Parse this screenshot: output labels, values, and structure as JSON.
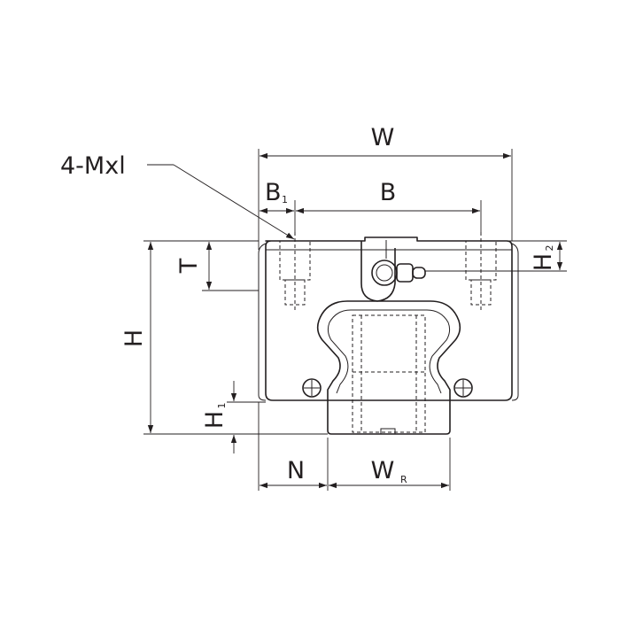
{
  "labels": {
    "callout": "4-Mxl",
    "W": "W",
    "B": "B",
    "B1_main": "B",
    "B1_sub": "1",
    "T": "T",
    "H": "H",
    "H1_main": "H",
    "H1_sub": "1",
    "H2_main": "H",
    "H2_sub": "2",
    "N": "N",
    "WR_main": "W",
    "WR_sub": "R"
  },
  "colors": {
    "line": "#231f20",
    "background": "#ffffff"
  }
}
